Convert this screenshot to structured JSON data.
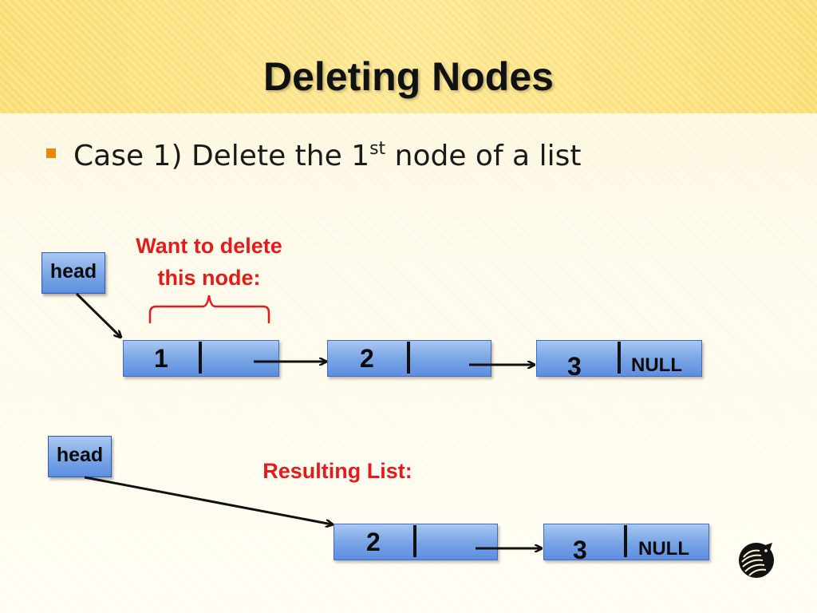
{
  "slide": {
    "title": "Deleting Nodes",
    "bullet": {
      "text_before": "Case 1)  Delete the 1",
      "superscript": "st",
      "text_after": " node of a list"
    }
  },
  "diagram_top": {
    "head_label": "head",
    "annotation_line1": "Want to delete",
    "annotation_line2": "this node:",
    "nodes": [
      {
        "value": "1",
        "next": ""
      },
      {
        "value": "2",
        "next": ""
      },
      {
        "value": "3",
        "next": "NULL"
      }
    ]
  },
  "diagram_bottom": {
    "head_label": "head",
    "caption": "Resulting List:",
    "nodes": [
      {
        "value": "2",
        "next": ""
      },
      {
        "value": "3",
        "next": "NULL"
      }
    ]
  },
  "colors": {
    "accent_red": "#e51b1b",
    "bullet_orange": "#e8890c",
    "node_blue": "#7aa6e6"
  },
  "icons": {
    "logo": "ucf-pegasus-icon"
  }
}
